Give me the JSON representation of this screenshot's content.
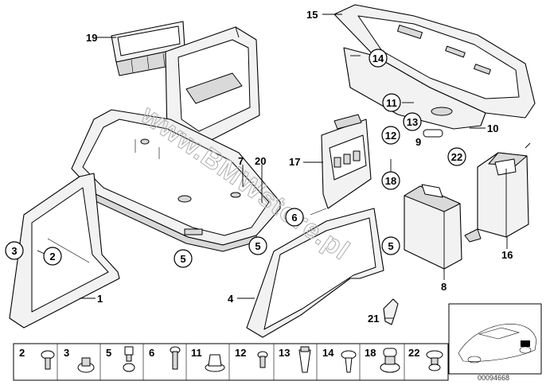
{
  "watermark": "www.BMWstore.pl",
  "reference_number": "00094668",
  "callouts": {
    "c1": "1",
    "c2": "2",
    "c3": "3",
    "c4": "4",
    "c5a": "5",
    "c5b": "5",
    "c5c": "5",
    "c6": "6",
    "c7": "7",
    "c8": "8",
    "c9": "9",
    "c10": "10",
    "c11": "11",
    "c12": "12",
    "c13": "13",
    "c14": "14",
    "c15": "15",
    "c16": "16",
    "c17": "17",
    "c18": "18",
    "c19": "19",
    "c20": "20",
    "c21": "21",
    "c22": "22"
  },
  "legend": [
    {
      "num": "2",
      "icon": "push-rivet-icon"
    },
    {
      "num": "3",
      "icon": "expanding-nut-icon"
    },
    {
      "num": "5",
      "icon": "clip-icon"
    },
    {
      "num": "6",
      "icon": "screw-icon"
    },
    {
      "num": "11",
      "icon": "plug-clip-icon"
    },
    {
      "num": "12",
      "icon": "small-screw-icon"
    },
    {
      "num": "13",
      "icon": "spring-clip-icon"
    },
    {
      "num": "14",
      "icon": "expanding-rivet-icon"
    },
    {
      "num": "18",
      "icon": "rubber-plug-icon"
    },
    {
      "num": "22",
      "icon": "grommet-icon"
    }
  ]
}
